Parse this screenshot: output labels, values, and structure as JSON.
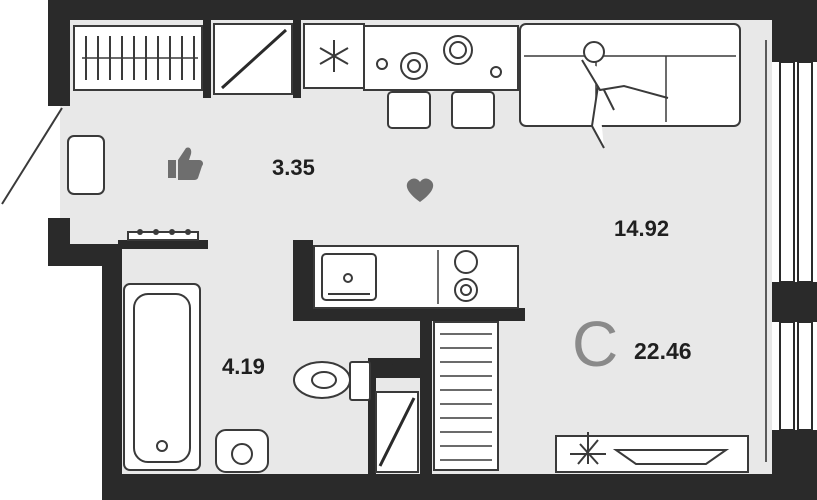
{
  "plan": {
    "type_letter": "С",
    "areas": {
      "hall": "3.35",
      "living": "14.92",
      "bathroom": "4.19",
      "total": "22.46"
    }
  },
  "colors": {
    "wall": "#2a2a2a",
    "floor": "#e8e8e8",
    "fixture_fill": "#ffffff",
    "line": "#3a3a3a",
    "accent_gray": "#8a8a8a"
  },
  "icons": [
    "thumbs-up-icon",
    "heart-icon"
  ]
}
